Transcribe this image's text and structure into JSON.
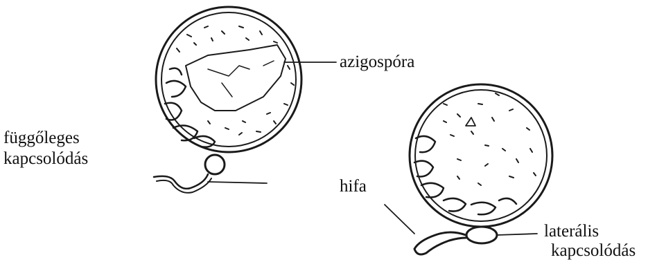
{
  "labels": {
    "azigospora": "azigospóra",
    "vertical_line1": "függőleges",
    "vertical_line2": "kapcsolódás",
    "hifa": "hifa",
    "lateral_line1": "laterális",
    "lateral_line2": "kapcsolódás"
  },
  "colors": {
    "ink": "#1a1a1a",
    "background": "#ffffff"
  }
}
